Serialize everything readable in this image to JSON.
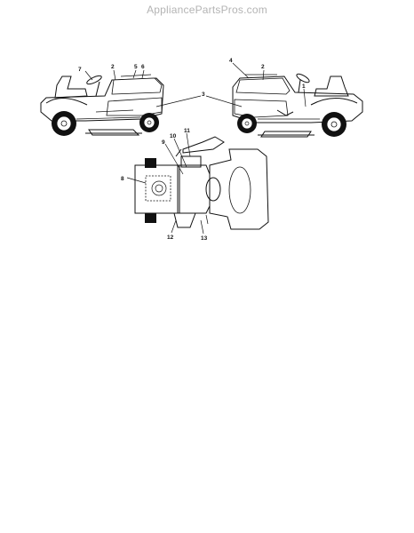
{
  "header": {
    "watermark": "AppliancePartsPros.com"
  },
  "diagram": {
    "callouts": {
      "c1": "1",
      "c2_left": "2",
      "c2_right": "2",
      "c3": "3",
      "c4": "4",
      "c5": "5",
      "c6": "6",
      "c7": "7",
      "c8": "8",
      "c9": "9",
      "c10": "10",
      "c11": "11",
      "c12": "12",
      "c13": "13"
    }
  }
}
